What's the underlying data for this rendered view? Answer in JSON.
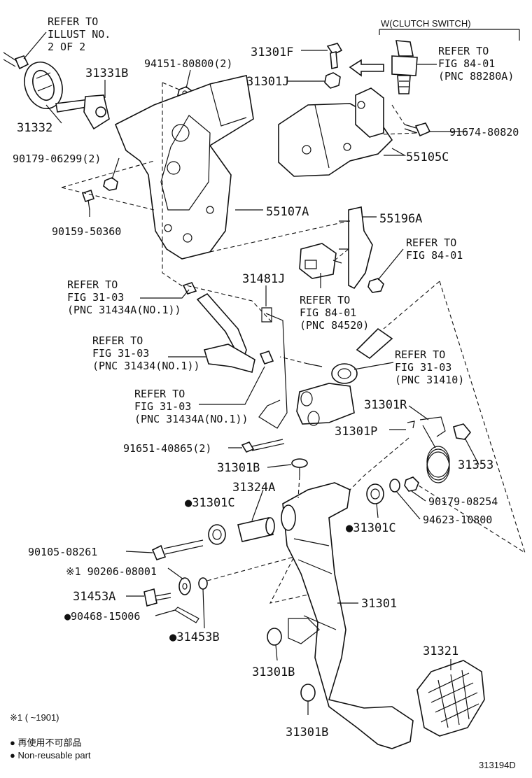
{
  "diagram_id": "313194D",
  "labels": {
    "refer_illust_1": "REFER TO",
    "refer_illust_2": "ILLUST NO.",
    "refer_illust_3": "2 OF 2",
    "p31331B": "31331B",
    "p31332": "31332",
    "p94151": "94151-80800(2)",
    "p31301F": "31301F",
    "p31301J": "31301J",
    "clutch_switch": "W(CLUTCH SWITCH)",
    "ref_8401_a_1": "REFER TO",
    "ref_8401_a_2": "FIG 84-01",
    "ref_8401_a_3": "(PNC 88280A)",
    "p91674": "91674-80820",
    "p55105C": "55105C",
    "p90179_06299": "90179-06299(2)",
    "p90159": "90159-50360",
    "p55107A": "55107A",
    "p55196A": "55196A",
    "ref_8401_b_1": "REFER TO",
    "ref_8401_b_2": "FIG 84-01",
    "p31481J": "31481J",
    "ref_8401_c_1": "REFER TO",
    "ref_8401_c_2": "FIG 84-01",
    "ref_8401_c_3": "(PNC 84520)",
    "ref_3103_a_1": "REFER TO",
    "ref_3103_a_2": "FIG 31-03",
    "ref_3103_a_3": "(PNC 31434A(NO.1))",
    "ref_3103_b_1": "REFER TO",
    "ref_3103_b_2": "FIG 31-03",
    "ref_3103_b_3": "(PNC 31434(NO.1))",
    "ref_3103_c_1": "REFER TO",
    "ref_3103_c_2": "FIG 31-03",
    "ref_3103_c_3": "(PNC 31410)",
    "ref_3103_d_1": "REFER TO",
    "ref_3103_d_2": "FIG 31-03",
    "ref_3103_d_3": "(PNC 31434A(NO.1))",
    "p31301R": "31301R",
    "p31301P": "31301P",
    "p91651": "91651-40865(2)",
    "p31353": "31353",
    "p31301B_top": "31301B",
    "p31324A": "31324A",
    "p31301C_left": "●31301C",
    "p90179_08254": "90179-08254",
    "p94623": "94623-10800",
    "p31301C_right": "●31301C",
    "p90105": "90105-08261",
    "p90206": "※1 90206-08001",
    "p31453A": "31453A",
    "p90468": "●90468-15006",
    "p31453B": "●31453B",
    "p31301": "31301",
    "p31321": "31321",
    "p31301B_mid": "31301B",
    "p31301B_bot": "31301B"
  },
  "legend": {
    "note1": "※1 (     ~1901)",
    "nonreusable_jp": "● 再使用不可部品",
    "nonreusable_en": "● Non-reusable part"
  }
}
